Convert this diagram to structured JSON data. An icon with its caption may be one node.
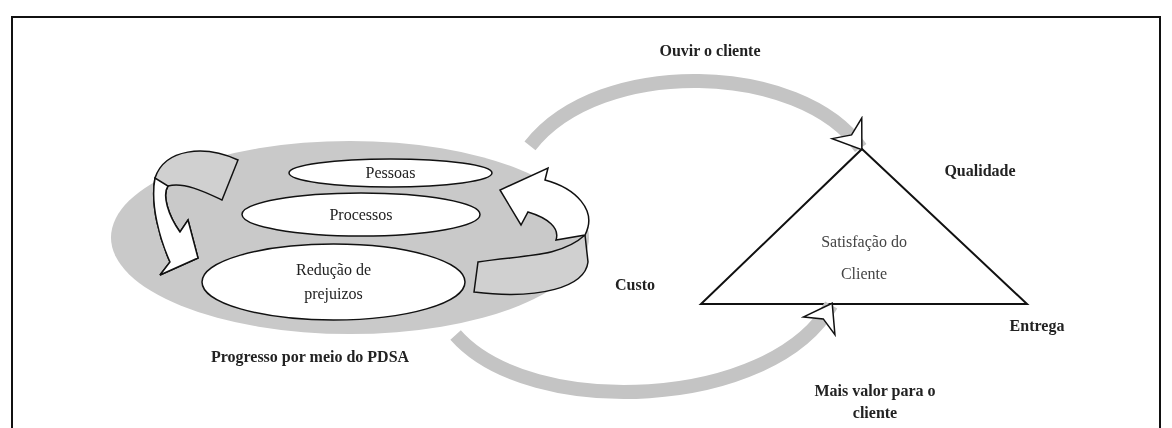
{
  "diagram": {
    "nodes": [
      {
        "text": [],
        "shape": "ellipse"
      },
      {
        "text": [
          "Pessoas"
        ],
        "in": 0
      },
      {
        "text": [
          "Processos"
        ],
        "in": 0
      },
      {
        "text": [
          "Redução de prejuizos"
        ],
        "in": 0
      },
      {
        "text": [
          "Satisfação do Cliente"
        ]
      }
    ],
    "edges": [
      {
        "from": 0,
        "to": 4,
        "arrow": "to",
        "label": "Ouvir o cliente"
      },
      {
        "from": 0,
        "to": 4,
        "arrow": "to",
        "label": "Mais valor para o cliente"
      }
    ],
    "labels": [
      "Qualidade",
      "Custo",
      "Entrega",
      "Progresso por meio do PDSA"
    ]
  }
}
